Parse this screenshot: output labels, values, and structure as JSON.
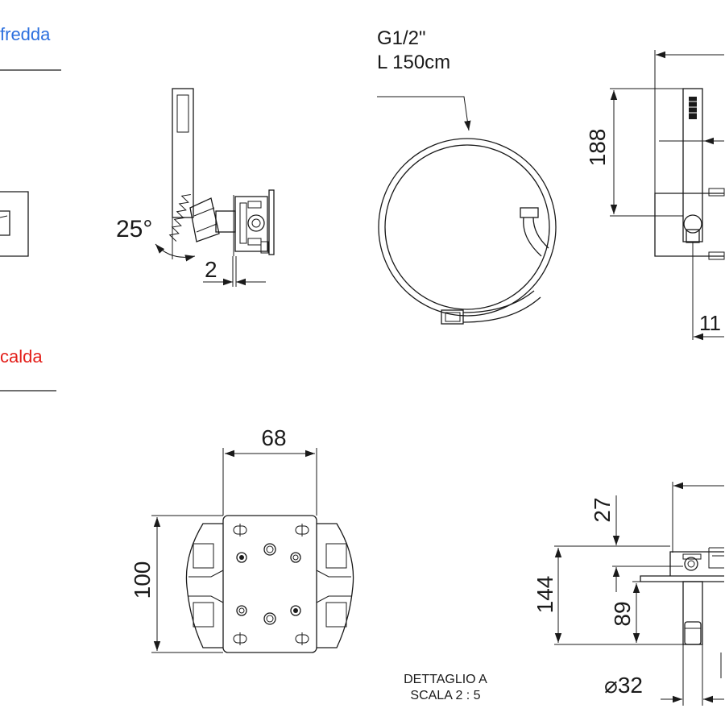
{
  "labels": {
    "cold": "fredda",
    "hot": "calda"
  },
  "hose": {
    "thread": "G1/2\"",
    "length": "L 150cm"
  },
  "dimensions": {
    "angle": "25°",
    "offset": "2",
    "height_188": "188",
    "depth_11": "11",
    "width_68": "68",
    "height_100": "100",
    "dim_27": "27",
    "dim_144": "144",
    "dim_89": "89",
    "diameter_32": "⌀32"
  },
  "detail": {
    "title": "DETTAGLIO A",
    "scale": "SCALA 2 : 5"
  },
  "colors": {
    "cold": "#2b6fde",
    "hot": "#e3201b",
    "line": "#1a1a1a"
  }
}
